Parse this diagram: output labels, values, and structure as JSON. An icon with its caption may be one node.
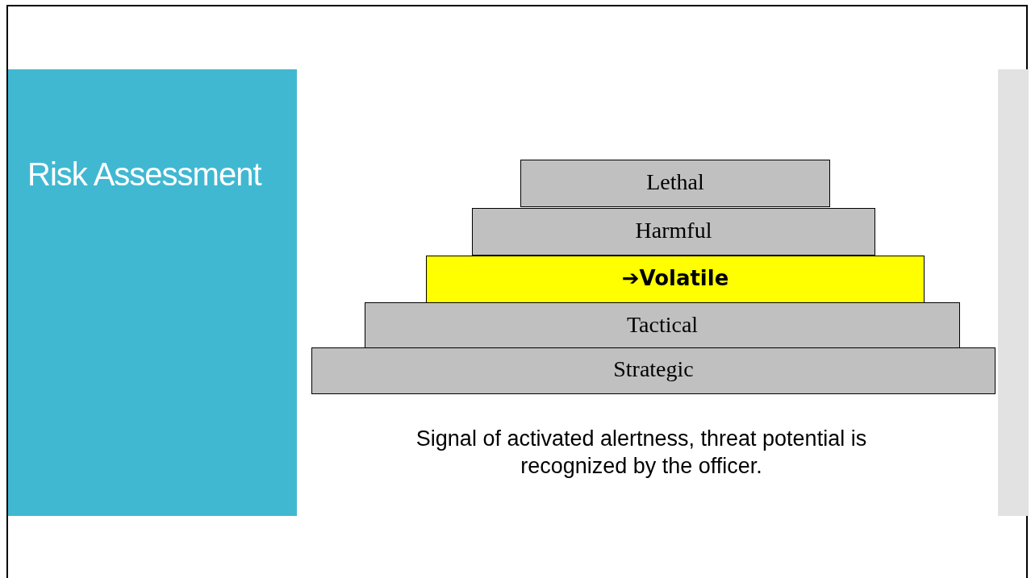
{
  "diagram": {
    "title": "Risk Assessment",
    "nodes": [
      {
        "text": [
          "Lethal"
        ]
      },
      {
        "text": [
          "Harmful"
        ]
      },
      {
        "text": [
          "➔Volatile"
        ]
      },
      {
        "text": [
          "Tactical"
        ]
      },
      {
        "text": [
          "Strategic"
        ]
      },
      {
        "text": [],
        "shape": "bar"
      }
    ],
    "labels": [
      "Signal of activated alertness, threat potential is recognized by the officer."
    ]
  }
}
